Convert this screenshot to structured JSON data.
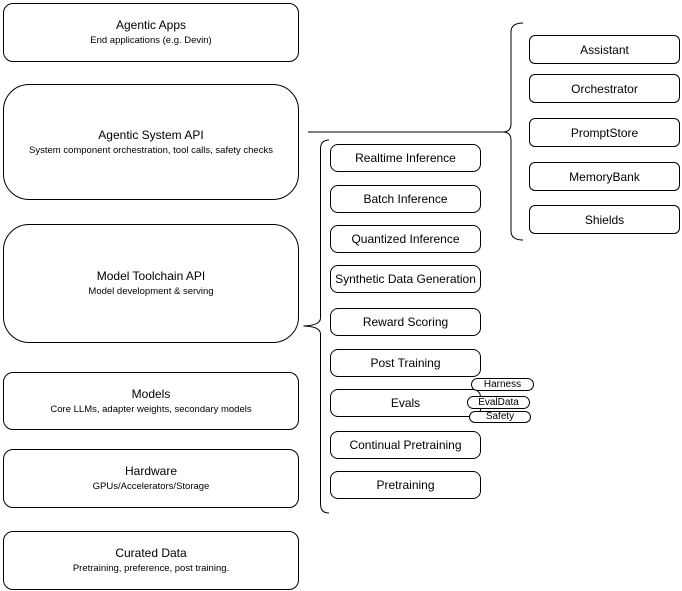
{
  "colors": {
    "stroke": "#000000",
    "fill": "#ffffff",
    "text": "#000000"
  },
  "stack": {
    "layers": [
      {
        "title": "Agentic Apps",
        "subtitle": "End applications (e.g. Devin)"
      },
      {
        "title": "Agentic System API",
        "subtitle": "System component orchestration, tool calls, safety checks"
      },
      {
        "title": "Model Toolchain API",
        "subtitle": "Model development & serving"
      },
      {
        "title": "Models",
        "subtitle": "Core LLMs, adapter weights, secondary models"
      },
      {
        "title": "Hardware",
        "subtitle": "GPUs/Accelerators/Storage"
      },
      {
        "title": "Curated Data",
        "subtitle": "Pretraining, preference, post training."
      }
    ]
  },
  "toolchain_services": [
    "Realtime Inference",
    "Batch Inference",
    "Quantized Inference",
    "Synthetic Data Generation",
    "Reward Scoring",
    "Post Training",
    "Evals",
    "Continual Pretraining",
    "Pretraining"
  ],
  "eval_tags": [
    "Harness",
    "EvalData",
    "Safety"
  ],
  "system_components": [
    "Assistant",
    "Orchestrator",
    "PromptStore",
    "MemoryBank",
    "Shields"
  ]
}
